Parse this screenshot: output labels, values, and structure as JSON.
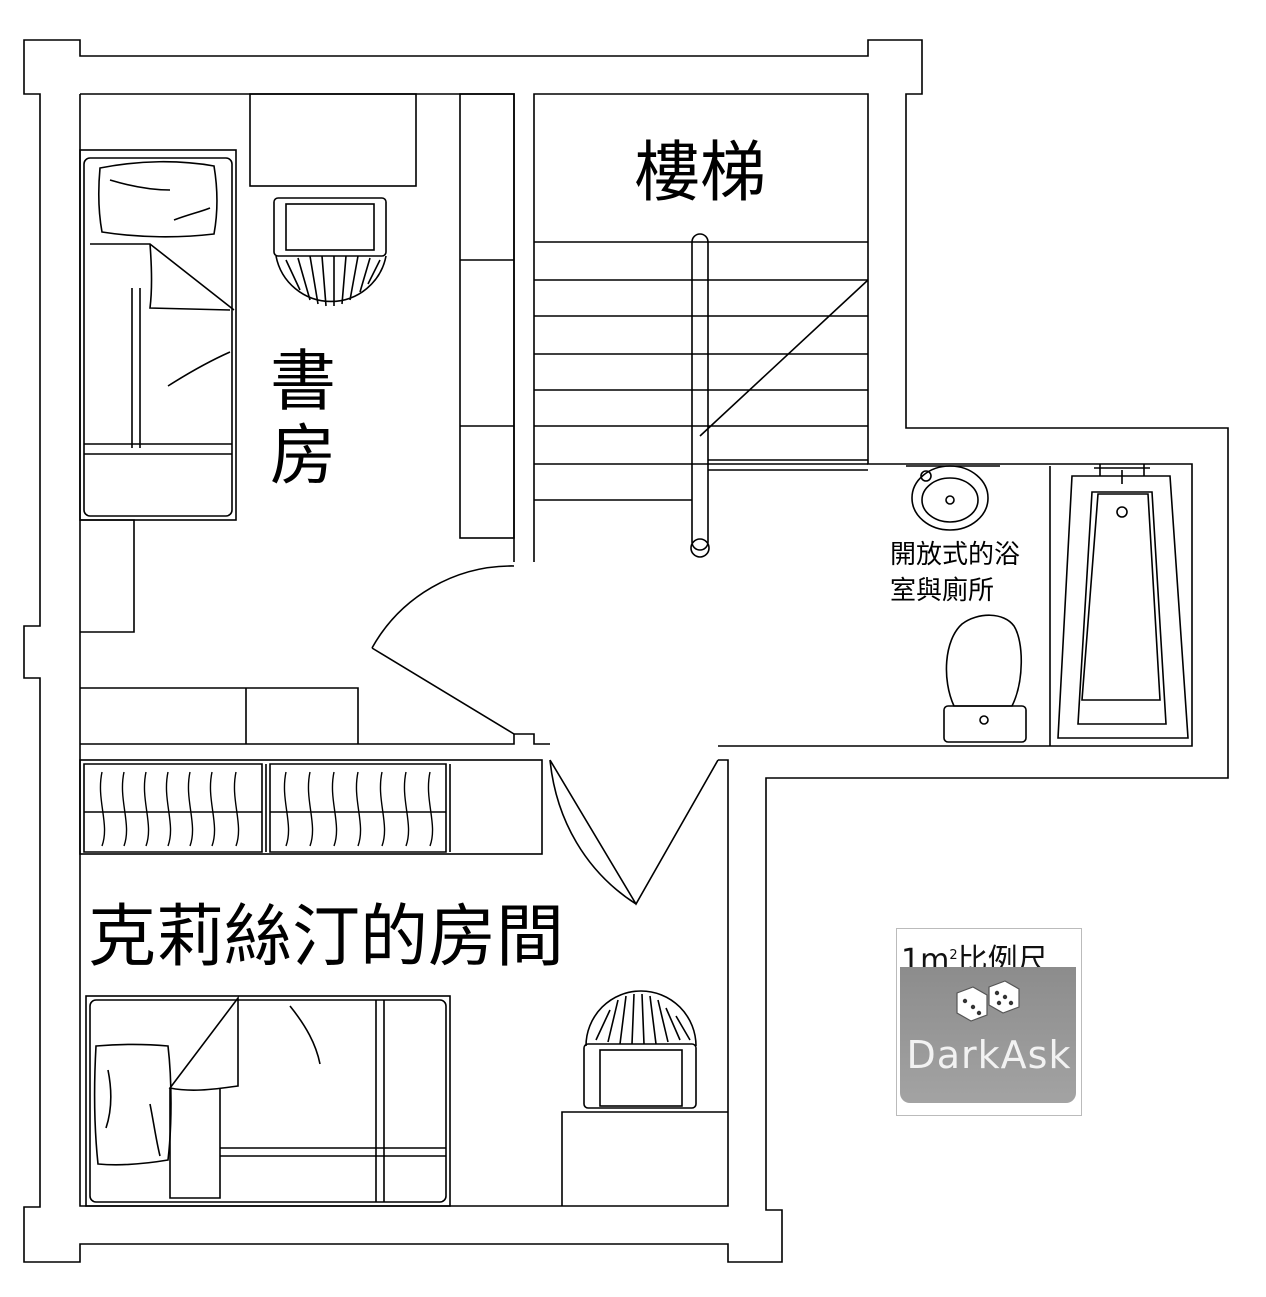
{
  "rooms": {
    "study": "書房",
    "stairs": "樓梯",
    "bath": [
      "開放式的浴",
      "室與廁所"
    ],
    "bedroom": "克莉絲汀的房間"
  },
  "scale": {
    "prefix": "1m",
    "exponent": "2",
    "suffix": "比例尺",
    "brand": "DarkAsk"
  },
  "colors": {
    "line": "#000000",
    "badge_plate": "#9a9a9a",
    "badge_text": "#f2f2f2"
  }
}
